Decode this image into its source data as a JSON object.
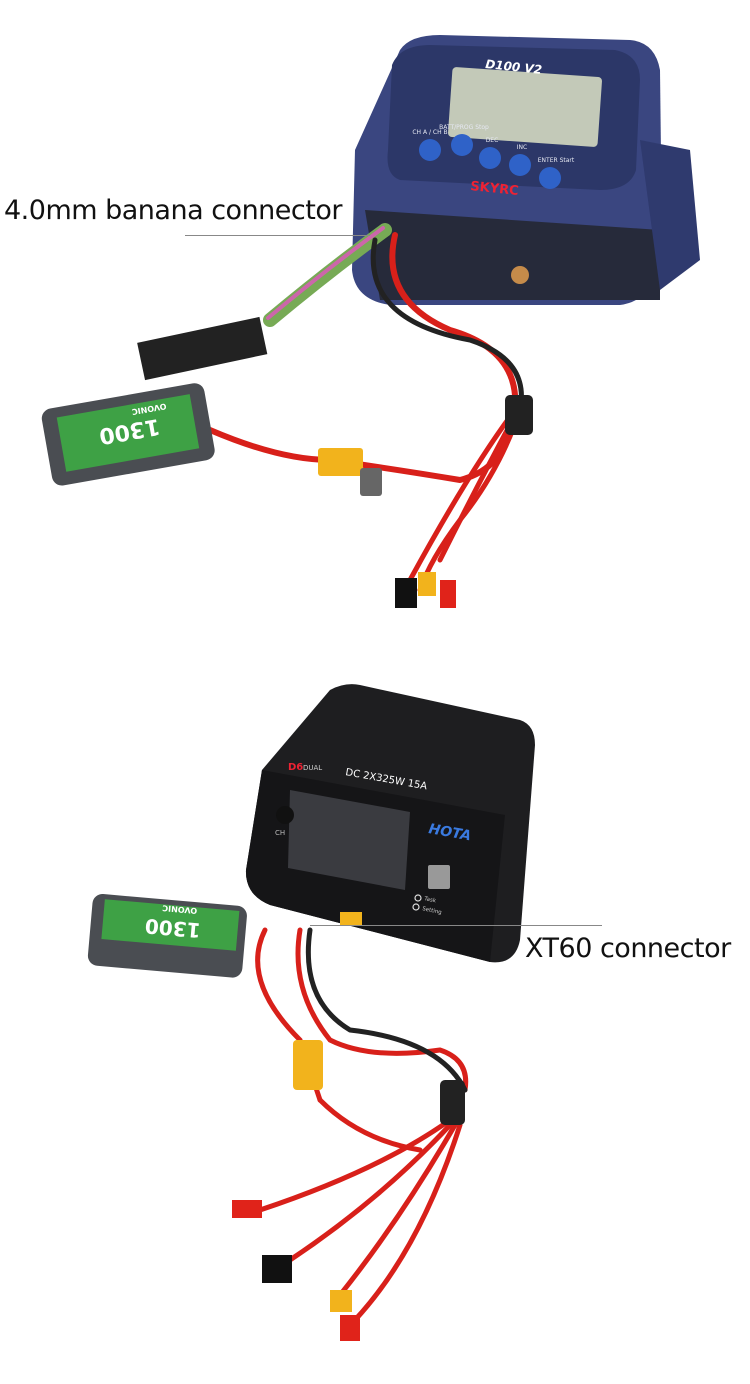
{
  "callouts": {
    "banana": "4.0mm banana connector",
    "xt60": "XT60 connector"
  },
  "products": {
    "charger_top": {
      "model": "D100 V2",
      "brand": "SKYRC",
      "buttons": [
        "CH A / CH B",
        "BATT/PROG Stop",
        "DEC",
        "INC",
        "ENTER Start"
      ]
    },
    "charger_bottom": {
      "model": "D6 DUAL",
      "spec": "DC 2X325W 15A",
      "brand": "HOTA",
      "button": "CH",
      "indicators": [
        "Task",
        "Setting"
      ]
    },
    "battery": {
      "capacity": "1300",
      "brand": "OVONIC"
    }
  },
  "colors": {
    "skyrc_body": "#3b4a86",
    "hota_body": "#1e1e20",
    "wire_red": "#d8201a",
    "xt60_yellow": "#f2b31c"
  }
}
